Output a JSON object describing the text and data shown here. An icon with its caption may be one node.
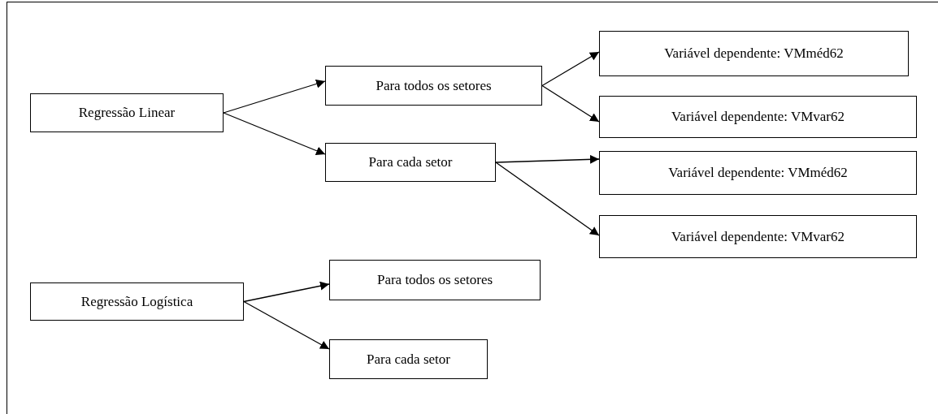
{
  "diagram": {
    "nodes": [
      {
        "text": [
          "Regressão Linear"
        ]
      },
      {
        "text": [
          "Para todos os setores"
        ]
      },
      {
        "text": [
          "Para cada setor"
        ]
      },
      {
        "text": [
          "Variável dependente: VMméd62"
        ]
      },
      {
        "text": [
          "Variável dependente: VMvar62"
        ]
      },
      {
        "text": [
          "Variável dependente: VMméd62"
        ]
      },
      {
        "text": [
          "Variável dependente: VMvar62"
        ]
      },
      {
        "text": [
          "Regressão Logística"
        ]
      },
      {
        "text": [
          "Para todos os setores"
        ]
      },
      {
        "text": [
          "Para cada setor"
        ]
      }
    ],
    "edges": [
      {
        "from": 0,
        "to": 1,
        "arrow": "to"
      },
      {
        "from": 0,
        "to": 2,
        "arrow": "to"
      },
      {
        "from": 1,
        "to": 3,
        "arrow": "to"
      },
      {
        "from": 1,
        "to": 4,
        "arrow": "to"
      },
      {
        "from": 2,
        "to": 5,
        "arrow": "to"
      },
      {
        "from": 2,
        "to": 6,
        "arrow": "to"
      },
      {
        "from": 7,
        "to": 8,
        "arrow": "to"
      },
      {
        "from": 7,
        "to": 9,
        "arrow": "to"
      }
    ]
  }
}
